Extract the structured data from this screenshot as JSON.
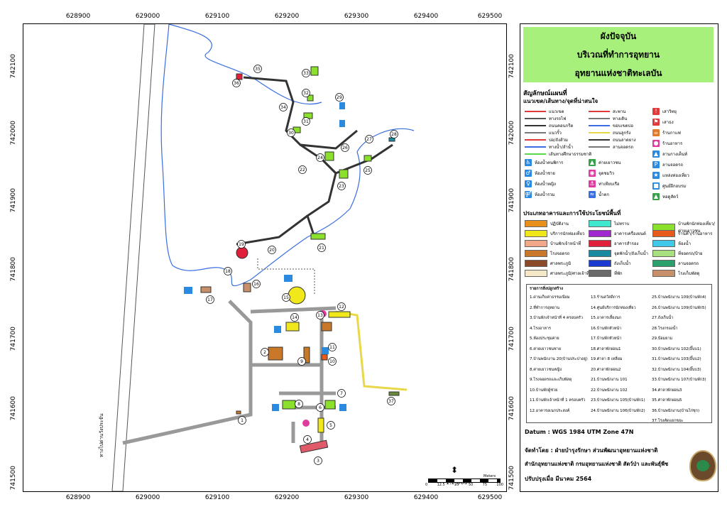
{
  "axis": {
    "x_ticks_top": [
      "628900",
      "629000",
      "629100",
      "629200",
      "629300",
      "629400",
      "629500"
    ],
    "x_ticks_bottom": [
      "628900",
      "629000",
      "629100",
      "629200",
      "629300",
      "629400",
      "629500"
    ],
    "y_ticks": [
      "742100",
      "742000",
      "741900",
      "741800",
      "741700",
      "741600",
      "741500"
    ]
  },
  "title": {
    "line1": "ผังปัจจุบัน",
    "line2": "บริเวณที่ทำการอุทยาน",
    "line3": "อุทยานแห่งชาติทะเลบัน"
  },
  "legend": {
    "heading": "สัญลักษณ์แผนที่",
    "subheading": "แนวเขต/เส้นทาง/จุดที่น่าสนใจ",
    "lines": [
      {
        "label": "แนวเขต",
        "color": "#e03a3a"
      },
      {
        "label": "ทางรถไฟ",
        "color": "#555555"
      },
      {
        "label": "ถนนคอนกรีต",
        "color": "#333333"
      },
      {
        "label": "แนวรั้ว",
        "color": "#777777"
      },
      {
        "label": "บ่อ/ถังส้วม",
        "color": "#e03a3a"
      },
      {
        "label": "ทางน้ำ/ลำน้ำ",
        "color": "#3a6ee0"
      },
      {
        "label": "เส้นทางศึกษาธรรมชาติ",
        "color": "#5ad64a"
      },
      {
        "label": "สะพาน",
        "color": "#e03a3a"
      },
      {
        "label": "ทางเดิน",
        "color": "#777777"
      },
      {
        "label": "ขอบเขตบ่อ",
        "color": "#3a6ee0"
      },
      {
        "label": "ถนนลูกรัง",
        "color": "#e8d84a"
      },
      {
        "label": "ถนนลาดยาง",
        "color": "#333333"
      },
      {
        "label": "ลานจอดรถ",
        "color": "#777777"
      }
    ],
    "points": [
      {
        "label": "เสาวิทยุ",
        "color": "#e03a3a",
        "glyph": "!"
      },
      {
        "label": "เสาธง",
        "color": "#e03a3a",
        "glyph": "⚑"
      },
      {
        "label": "ร้านกาแฟ",
        "color": "#e07a2a",
        "glyph": "☕"
      },
      {
        "label": "ร้านอาหาร",
        "color": "#e03aa0",
        "glyph": "●"
      },
      {
        "label": "ลานกางเต็นท์",
        "color": "#2a8ae0",
        "glyph": "▲"
      },
      {
        "label": "ลานจอดรถ",
        "color": "#2a8ae0",
        "glyph": "P"
      },
      {
        "label": "แหล่งท่องเที่ยว",
        "color": "#2a8ae0",
        "glyph": "★"
      },
      {
        "label": "ศูนย์ฝึกอบรม",
        "color": "#2a8ae0",
        "glyph": "■"
      },
      {
        "label": "หอดูสัตว์",
        "color": "#3aa04a",
        "glyph": "▲"
      },
      {
        "label": "ห้องน้ำคนพิการ",
        "color": "#2a8ae0",
        "glyph": "♿"
      },
      {
        "label": "ห้องน้ำชาย",
        "color": "#2a8ae0",
        "glyph": "♂"
      },
      {
        "label": "ห้องน้ำหญิง",
        "color": "#2a8ae0",
        "glyph": "♀"
      },
      {
        "label": "ห้องน้ำรวม",
        "color": "#2a8ae0",
        "glyph": "⚤"
      },
      {
        "label": "ค่ายเยาวชน",
        "color": "#3aa04a",
        "glyph": "▲"
      },
      {
        "label": "จุดชมวิว",
        "color": "#e03aa0",
        "glyph": "◉"
      },
      {
        "label": "ท่าเทียบเรือ",
        "color": "#e03aa0",
        "glyph": "⚓"
      },
      {
        "label": "น้ำตก",
        "color": "#3a6ee0",
        "glyph": "≈"
      }
    ],
    "building_heading": "ประเภทอาคารและการใช้ประโยชน์พื้นที่",
    "building_types": [
      {
        "label": "ปฏิบัติงาน",
        "color": "#e8901a"
      },
      {
        "label": "บริการนักท่องเที่ยว",
        "color": "#f0e81a"
      },
      {
        "label": "บ้านพักเจ้าหน้าที่",
        "color": "#f0a888"
      },
      {
        "label": "โรงจอดรถ",
        "color": "#c87828"
      },
      {
        "label": "ศาลพระภูมิ",
        "color": "#8a4a2a"
      },
      {
        "label": "ศาลพระภูมิ/ศาลเจ้าที่",
        "color": "#f5e8c8"
      },
      {
        "label": "ไม่ทราบ",
        "color": "#40e8d0"
      },
      {
        "label": "อาคารเครื่องยนต์",
        "color": "#a02ad0"
      },
      {
        "label": "อาคารสำรอง",
        "color": "#e0203a"
      },
      {
        "label": "จุดพักน้ำ/ถังเก็บน้ำ",
        "color": "#1a8aa0"
      },
      {
        "label": "ถังเก็บน้ำ",
        "color": "#1a3ad0"
      },
      {
        "label": "ที่พัก",
        "color": "#6a6a6a"
      },
      {
        "label": "บ้านพักนักท่องเที่ยว/ค่ายเยาวชน",
        "color": "#8ae02a"
      },
      {
        "label": "ร้านค้า/ร้านอาหาร",
        "color": "#e85a1a"
      },
      {
        "label": "ห้องน้ำ",
        "color": "#40c8e8"
      },
      {
        "label": "ที่จอดรถ/ป้าย",
        "color": "#a8e080"
      },
      {
        "label": "ลานจอดรถ",
        "color": "#2aa06a"
      },
      {
        "label": "โรงเก็บพัสดุ",
        "color": "#c8906a"
      }
    ],
    "building_list_heading": "รายการสิ่งปลูกสร้าง",
    "buildings_col1": [
      "1.ด่านเก็บค่าธรรมเนียม",
      "2.ที่ทำการอุทยาน",
      "3.บ้านพักเจ้าหน้าที่ 4 ครอบครัว",
      "4.โรงอาหาร",
      "5.ห้องประชุมค่าย",
      "6.ค่ายเยาวชนชาย",
      "7.บ้านพนักงาน 20(บ้านประปาอยู่)",
      "8.ค่ายเยาวชนหญิง",
      "9.โรงจอดรถและเก็บพัสดุ",
      "10.บ้านพักผู้ช่วย",
      "11.บ้านพักเจ้าหน้าที่ 1 ครอบครัว",
      "12.อาคารอเนกประสงค์"
    ],
    "buildings_col2": [
      "13.ร้านสวัสดิการ",
      "14.ศูนย์บริการนักท่องเที่ยว",
      "15.อาคารเลี้ยงนก",
      "16.บ้านพักหัวหน้า",
      "17.บ้านพักหัวหน้า",
      "18.ศาลาพักผ่อน1",
      "19.ศาลา 8 เหลี่ยม",
      "20.ศาลาพักผ่อน2",
      "21.บ้านพนักงาน 101",
      "22.บ้านพนักงาน 102",
      "23.บ้านพนักงาน 105(บ้านพัก1)",
      "24.บ้านพนักงาน 106(บ้านพัก2)"
    ],
    "buildings_col3": [
      "25.บ้านพนักงาน 109(บ้านพัก4)",
      "26.บ้านพนักงาน 109(บ้านพัก5)",
      "27.ถังเก็บน้ำ",
      "28.โรงกรองน้ำ",
      "29.ป้อมยาม",
      "30.บ้านพนักงาน 102(อิ๊บบ1)",
      "31.บ้านพนักงาน 103(อิ๊บบ2)",
      "32.บ้านพนักงาน 104(อิ๊บบ3)",
      "33.บ้านพนักงาน 107(บ้านพัก3)",
      "34.ศาลาพักผ่อน3",
      "35.ศาลาพักผ่อน5",
      "36.บ้านพนักงาน(บ้านไก่ชุก)",
      "37.โรงคัดแยกขยะ"
    ]
  },
  "footer": {
    "datum": "Datum : WGS 1984 UTM Zone 47N",
    "prepared": "จัดทำโดย : ฝ่ายบำรุงรักษา ส่วนพัฒนาอุทยานแห่งชาติ",
    "office": "สำนักอุทยานแห่งชาติ กรมอุทยานแห่งชาติ สัตว์ป่า และพันธุ์พืช",
    "updated": "ปรับปรุงเมื่อ มีนาคม 2564"
  },
  "map": {
    "scale_text": "1:2,500",
    "scale_ticks": [
      "0",
      "12.5",
      "25",
      "50",
      "75",
      "100"
    ],
    "scale_unit": "Meters",
    "road_label": "ทางไปด่านวังประจัน",
    "labels": [
      "1",
      "2",
      "3",
      "4",
      "5",
      "6",
      "7",
      "8",
      "9",
      "10",
      "11",
      "12",
      "13",
      "14",
      "15",
      "16",
      "17",
      "18",
      "19",
      "20",
      "21",
      "22",
      "23",
      "24",
      "25",
      "26",
      "27",
      "28",
      "29",
      "30",
      "31",
      "32",
      "33",
      "34",
      "35",
      "36",
      "37"
    ]
  },
  "colors": {
    "title_bg": "#a8f07c",
    "river": "#3a6ee0",
    "road": "#333333",
    "dirt_road": "#e8d84a"
  }
}
